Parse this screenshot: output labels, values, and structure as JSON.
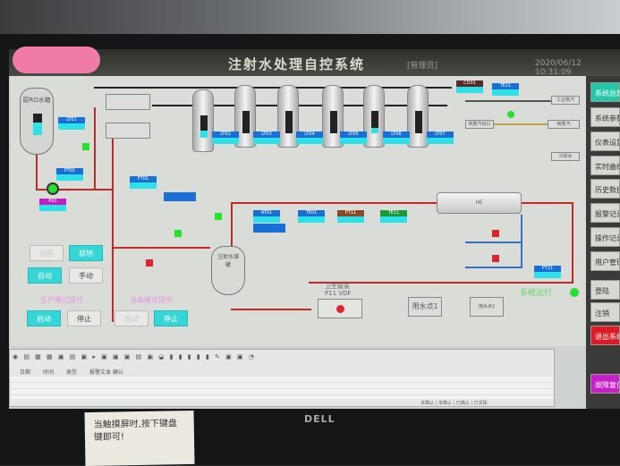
{
  "header": {
    "title": "注射水处理自控系统",
    "user": "[管理员]",
    "datetime": "2020/06/12 10:31:09"
  },
  "sidebar": [
    "系统总貌",
    "系统参数",
    "仪表设置",
    "实时曲线",
    "历史数据",
    "报警记录",
    "操作记录",
    "用户管理",
    "登陆",
    "注销",
    "退出系统",
    "故障复位"
  ],
  "tanks": {
    "ro_tank": "原RO水箱",
    "wfi_tank": "注射水储罐",
    "heat_exchanger": "HE",
    "pump": "卫生级泵",
    "pump_id": "P11 VDF",
    "use_point": "用水点1",
    "use_point2": "用水点2"
  },
  "steam": {
    "industrial_steam": "工业蒸汽",
    "pure_steam_in": "纯蒸汽",
    "pure_steam_out": "纯蒸汽出口",
    "cooling": "冷却水"
  },
  "controls": {
    "remote": "远程",
    "local": "就地",
    "auto": "自动",
    "manual": "手动",
    "production_mode": "生产模式操作",
    "sanitize_mode": "消毒模式操作",
    "start1": "启动",
    "stop1": "停止",
    "start2": "启动",
    "stop2": "停止"
  },
  "status": {
    "running": "系统运行"
  },
  "tags": [
    "LT01",
    "PT01",
    "P01",
    "FT01",
    "LT02",
    "LT03",
    "LT04",
    "LT05",
    "LT06",
    "LT07",
    "AT01",
    "TE01",
    "PT11",
    "TE11",
    "CD01",
    "TE21",
    "PT21"
  ],
  "alarm_panel": {
    "columns": [
      "日期",
      "时间",
      "类型",
      "报警文本",
      "确认"
    ],
    "status": "未确认 | 未确认 | 已确认 | 已清除"
  },
  "note": "当触摸屏时,按下键盘键即可!",
  "brand": "DELL",
  "colors": {
    "pipe_red": "#c0292a",
    "accent_cyan": "#36d6d6",
    "alarm_red": "#e0242e",
    "ok_green": "#27e12f"
  }
}
